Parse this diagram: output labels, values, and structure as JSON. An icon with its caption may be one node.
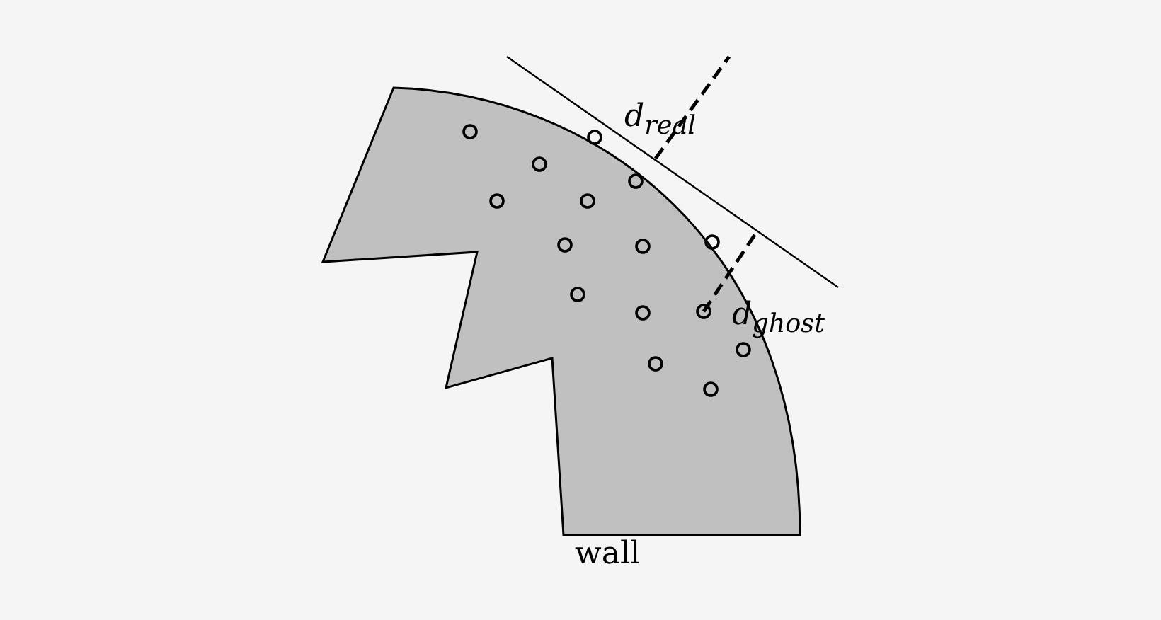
{
  "diagram": {
    "labels": [
      "d$_{real}$",
      "d$_{ghost}$",
      "wall"
    ]
  }
}
